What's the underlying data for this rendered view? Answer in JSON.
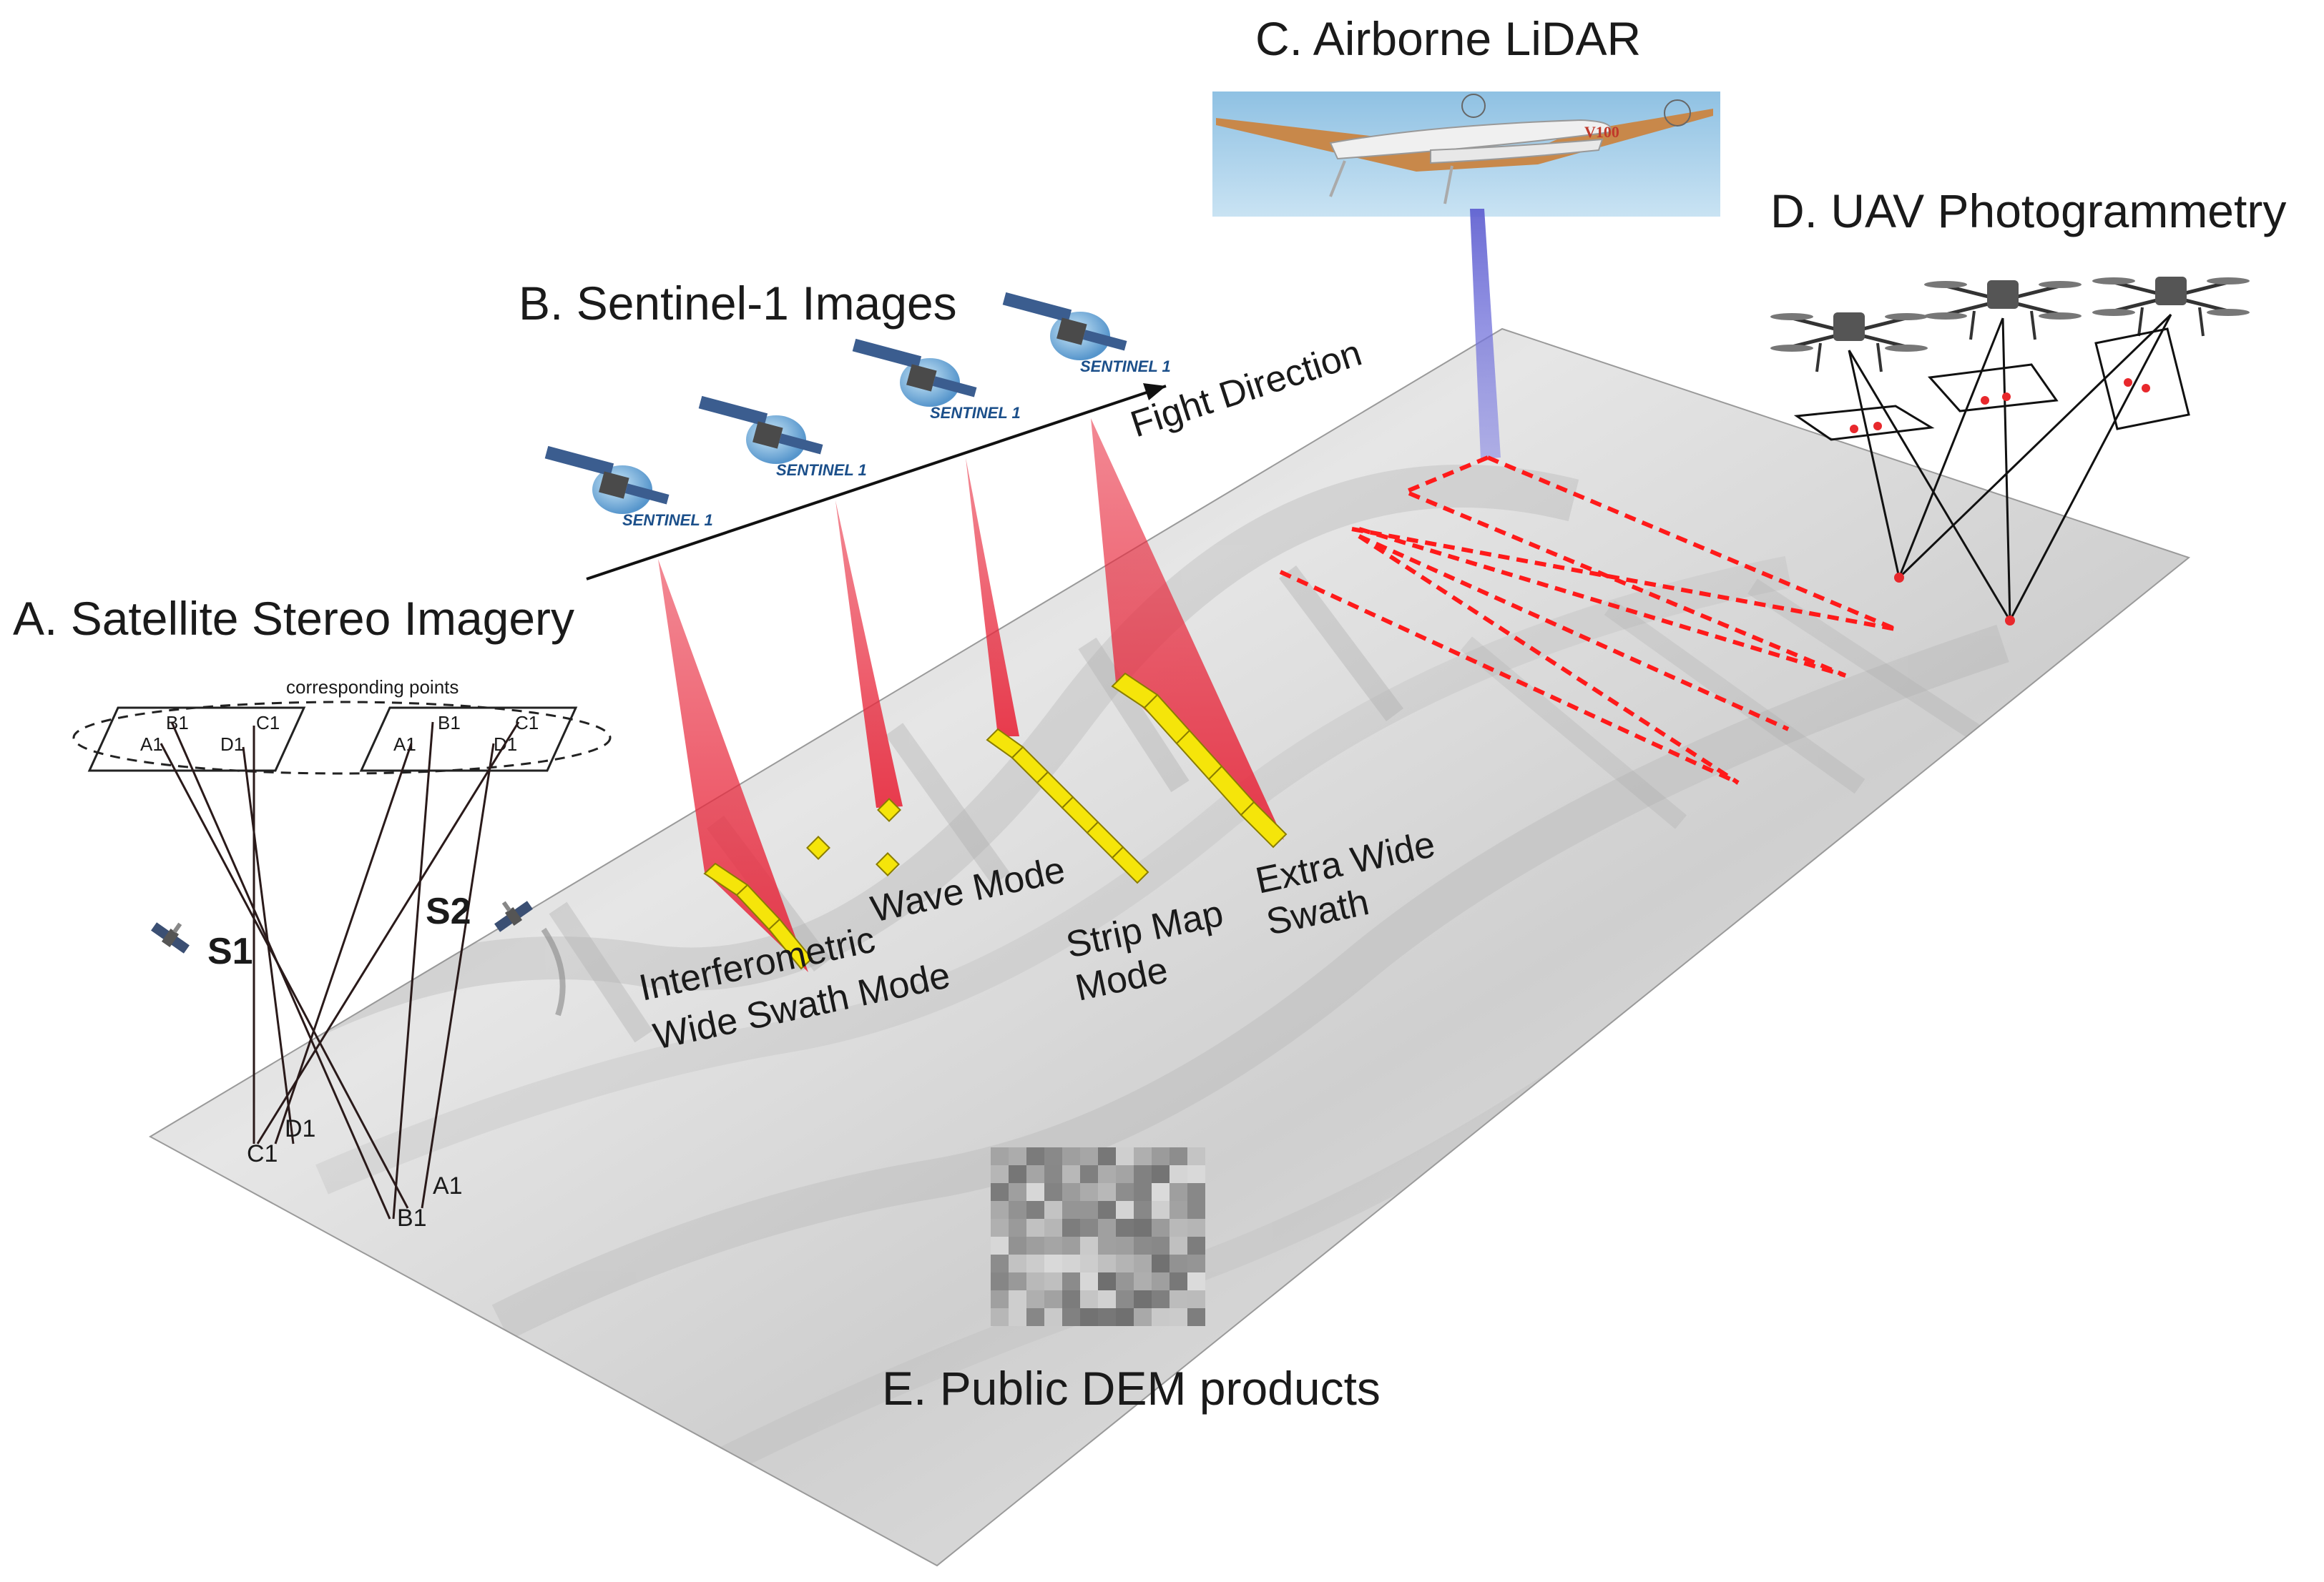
{
  "titles": {
    "satellite_stereo": "A. Satellite Stereo Imagery",
    "sentinel": "B. Sentinel-1 Images",
    "lidar": "C. Airborne LiDAR",
    "uav": "D. UAV Photogrammetry",
    "dem": "E. Public DEM products"
  },
  "stereo": {
    "corresponding_points": "corresponding points",
    "sat1": "S1",
    "sat2": "S2",
    "points": {
      "a1": "A1",
      "b1": "B1",
      "c1": "C1",
      "d1": "D1"
    }
  },
  "sentinel": {
    "flight_direction": "Fight Direction",
    "brand": "SENTINEL 1",
    "modes": {
      "iw_line1": "Interferometric",
      "iw_line2": "Wide Swath Mode",
      "wave": "Wave Mode",
      "sm_line1": "Strip Map",
      "sm_line2": "Mode",
      "ew_line1": "Extra Wide",
      "ew_line2": "Swath"
    }
  },
  "lidar": {
    "aircraft_marking": "V100"
  },
  "colors": {
    "beam_red": "#e8283c",
    "swath_yellow": "#f5e50a",
    "lidar_line": "#ff1a1a",
    "lidar_beam": "#6b6bd6",
    "sky": "#9fcbe6"
  },
  "icons": [
    "satellite-icon",
    "drone-icon",
    "aircraft-icon",
    "flight-direction-arrow-icon"
  ]
}
